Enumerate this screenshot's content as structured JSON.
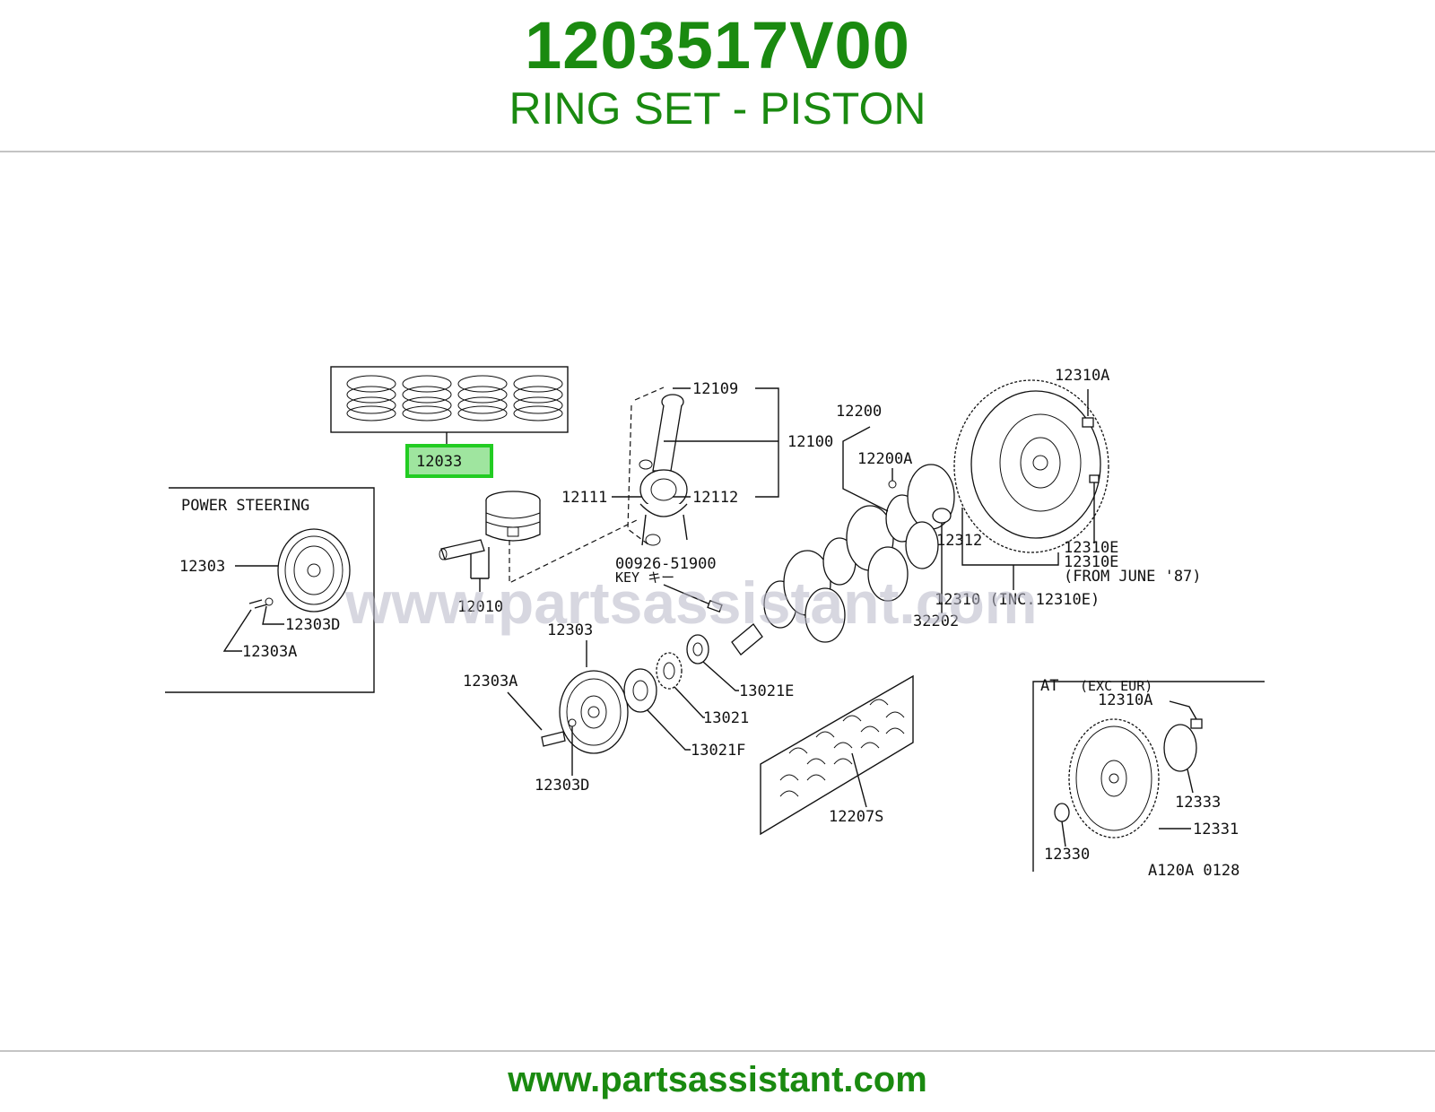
{
  "header": {
    "part_number": "1203517V00",
    "part_name": "RING SET - PISTON"
  },
  "footer": {
    "website": "www.partsassistant.com"
  },
  "diagram": {
    "watermark": "www.partsassistant.com",
    "highlight_color": "#22cc22",
    "highlighted_label": "12033",
    "inset_power_steering": {
      "title": "POWER STEERING",
      "labels": [
        "12303",
        "12303D",
        "12303A"
      ]
    },
    "inset_at": {
      "title": "AT",
      "subtitle": "(EXC EUR)",
      "labels": [
        "12310A",
        "12333",
        "12331",
        "12330"
      ],
      "code": "A120A 0128"
    },
    "labels": {
      "rings": "12033",
      "rod_bolt": "12109",
      "rod_assy": "12100",
      "rod_nut": "12111",
      "rod_bearing": "12112",
      "piston_pin": "12010",
      "key": "00926-51900",
      "key_note": "KEY キー",
      "crankshaft": "12200",
      "crank_plug": "12200A",
      "pilot_bushing": "32202",
      "flywheel": "12312",
      "flywheel_bolt": "12310A",
      "dowel_1": "12310E",
      "dowel_2": "12310E",
      "dowel_note": "(FROM JUNE '87)",
      "flywheel_assy": "12310 (INC.12310E)",
      "pulley": "12303",
      "pulley_bolt": "12303A",
      "pulley_washer": "12303D",
      "seal_plate": "13021E",
      "sprocket": "13021",
      "oil_thrower": "13021F",
      "main_bearings": "12207S"
    }
  }
}
